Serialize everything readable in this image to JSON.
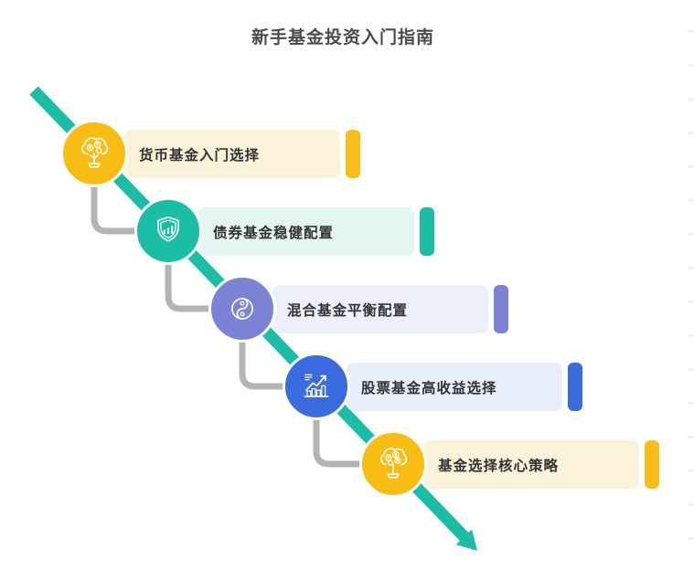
{
  "title": "新手基金投资入门指南",
  "diagram": {
    "type": "staircase-flow",
    "arrow": {
      "color": "#19bea4",
      "direction": "top-left-to-bottom-right",
      "icon": "diagonal-arrow"
    },
    "connector_color": "#b4b4b4",
    "background": "#ffffff"
  },
  "items": [
    {
      "label": "货币基金入门选择",
      "icon": "money-tree-icon",
      "circle_color": "#f7bd13",
      "pill_bg": "#faf3d9",
      "accent_color": "#f9be19"
    },
    {
      "label": "债券基金稳健配置",
      "icon": "shield-chart-icon",
      "circle_color": "#19bea4",
      "pill_bg": "#e3f6f1",
      "accent_color": "#19bea4"
    },
    {
      "label": "混合基金平衡配置",
      "icon": "yin-yang-icon",
      "circle_color": "#7b83d5",
      "pill_bg": "#edeff9",
      "accent_color": "#7b83d5"
    },
    {
      "label": "股票基金高收益选择",
      "icon": "growth-chart-icon",
      "circle_color": "#3a6ce0",
      "pill_bg": "#e9eefb",
      "accent_color": "#3a6ce0"
    },
    {
      "label": "基金选择核心策略",
      "icon": "money-tree-icon",
      "circle_color": "#f7bd13",
      "pill_bg": "#faf3d9",
      "accent_color": "#f9be19"
    }
  ],
  "right_ticks": {
    "count": 16
  }
}
